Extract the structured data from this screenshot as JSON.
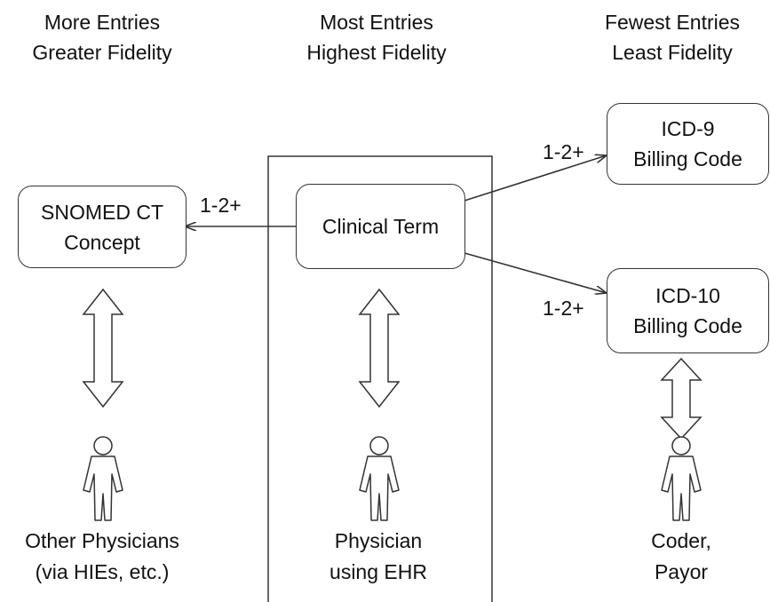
{
  "headers": {
    "left": {
      "line1": "More Entries",
      "line2": "Greater Fidelity"
    },
    "center": {
      "line1": "Most Entries",
      "line2": "Highest Fidelity"
    },
    "right": {
      "line1": "Fewest Entries",
      "line2": "Least Fidelity"
    }
  },
  "nodes": {
    "snomed": {
      "line1": "SNOMED CT",
      "line2": "Concept"
    },
    "clinical": {
      "line1": "Clinical Term"
    },
    "icd9": {
      "line1": "ICD-9",
      "line2": "Billing Code"
    },
    "icd10": {
      "line1": "ICD-10",
      "line2": "Billing Code"
    }
  },
  "edge_labels": {
    "to_snomed": "1-2+",
    "to_icd9": "1-2+",
    "to_icd10": "1-2+"
  },
  "actors": {
    "left": {
      "line1": "Other Physicians",
      "line2": "(via HIEs, etc.)",
      "icon": "person-icon"
    },
    "center": {
      "line1": "Physician",
      "line2": "using EHR",
      "icon": "person-icon"
    },
    "right": {
      "line1": "Coder,",
      "line2": "Payor",
      "icon": "person-icon"
    }
  }
}
